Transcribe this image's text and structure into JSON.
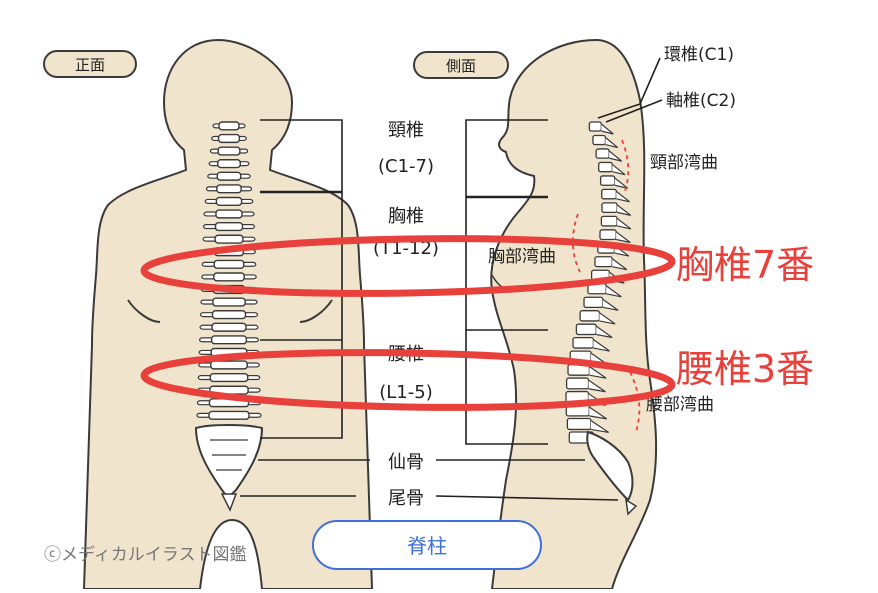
{
  "view_labels": {
    "front": "正面",
    "side": "側面"
  },
  "center_labels": {
    "cervical": "頸椎",
    "cervical_range": "(C1-7)",
    "thoracic": "胸椎",
    "thoracic_range": "(T1-12)",
    "lumbar": "腰椎",
    "lumbar_range": "(L1-5)",
    "sacrum": "仙骨",
    "coccyx": "尾骨"
  },
  "side_labels": {
    "atlas": "環椎(C1)",
    "axis": "軸椎(C2)",
    "cervical_curve": "頸部湾曲",
    "thoracic_curve": "胸部湾曲",
    "lumbar_curve": "腰部湾曲"
  },
  "highlights": {
    "thoracic_7": "胸椎7番",
    "lumbar_3": "腰椎3番",
    "color": "#e8403a"
  },
  "caption": "脊柱",
  "copyright": "ⓒメディカルイラスト図鑑",
  "colors": {
    "skin": "#f1e4cc",
    "outline": "#3a3a3a",
    "accent_red": "#e8403a",
    "caption_border": "#3f6fd8"
  }
}
